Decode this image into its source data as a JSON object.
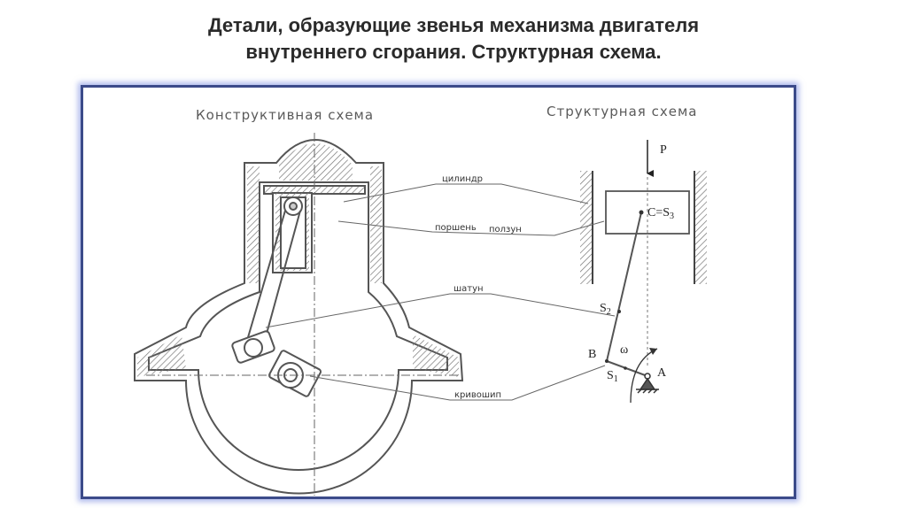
{
  "title": {
    "line1": "Детали, образующие звенья механизма двигателя",
    "line2": "внутреннего сгорания. Структурная схема."
  },
  "left_heading": "Конструктивная схема",
  "right_heading": "Структурная схема",
  "labels": {
    "cylinder": "цилиндр",
    "piston": "поршень",
    "slider": "ползун",
    "connecting_rod": "шатун",
    "crank": "кривошип"
  },
  "symbols": {
    "force": "P",
    "point_c": "C=S",
    "point_c_sub": "3",
    "point_s2": "S",
    "point_s2_sub": "2",
    "point_b": "B",
    "point_s1": "S",
    "point_s1_sub": "1",
    "point_a": "A",
    "omega": "ω"
  },
  "colors": {
    "frame_border": "#3c4b8a",
    "line": "#555555"
  }
}
